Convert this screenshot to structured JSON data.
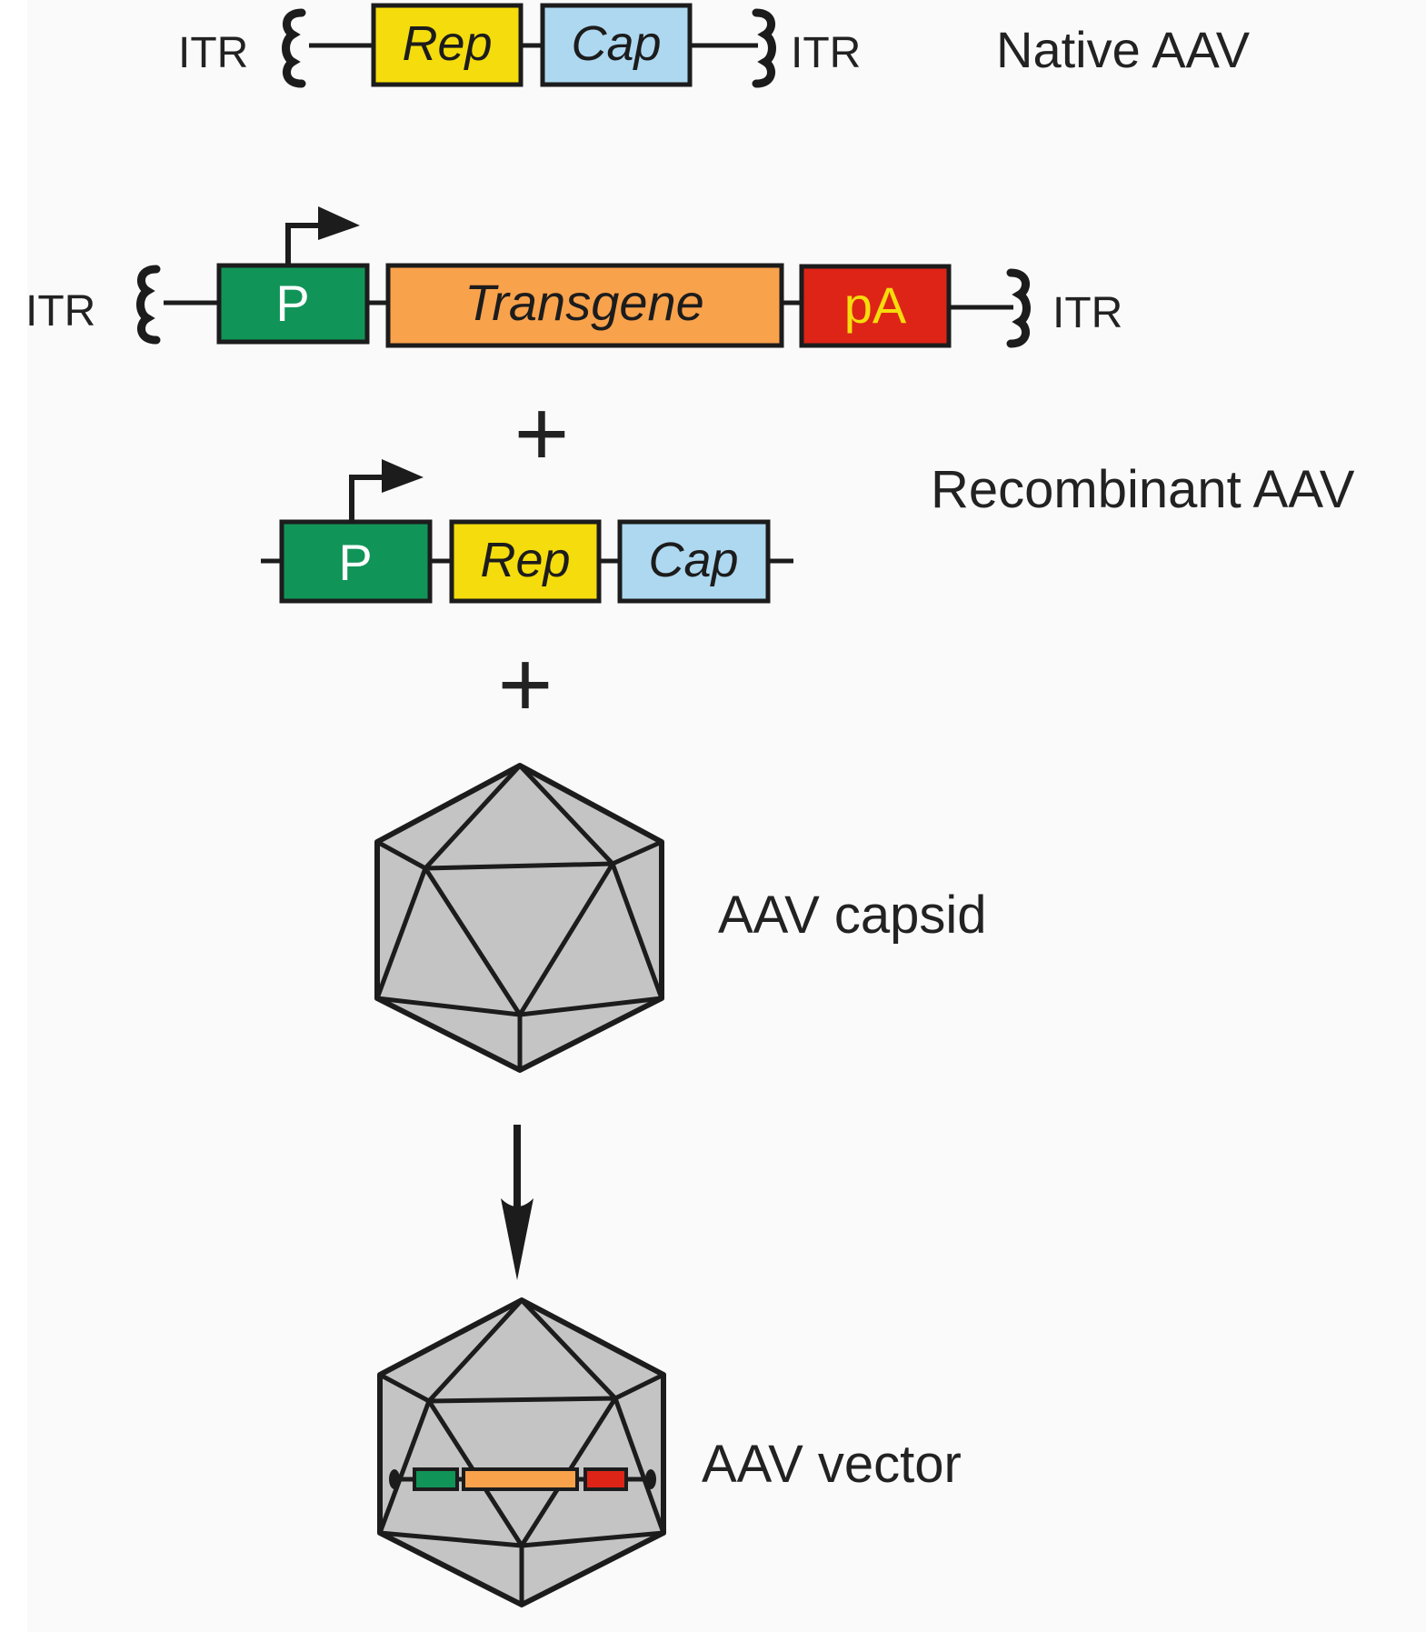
{
  "colors": {
    "background": "#fafafa",
    "promoter": "#119458",
    "rep": "#f5dc0c",
    "cap": "#add8f0",
    "transgene": "#f9a24c",
    "polyA": "#de2417",
    "capsid": "#c4c4c4",
    "stroke": "#1c1c1c",
    "white_text": "#ffffff",
    "polyA_text": "#f5dc0c"
  },
  "native": {
    "itr_left": "ITR",
    "rep": "Rep",
    "cap": "Cap",
    "itr_right": "ITR",
    "label": "Native AAV"
  },
  "recombinant": {
    "itr_left": "ITR",
    "promoter": "P",
    "transgene": "Transgene",
    "polyA": "pA",
    "itr_right": "ITR",
    "plus_1": "+",
    "label": "Recombinant AAV",
    "helper_promoter": "P",
    "helper_rep": "Rep",
    "helper_cap": "Cap",
    "plus_2": "+"
  },
  "capsid": {
    "label": "AAV capsid"
  },
  "vector": {
    "label": "AAV vector"
  }
}
